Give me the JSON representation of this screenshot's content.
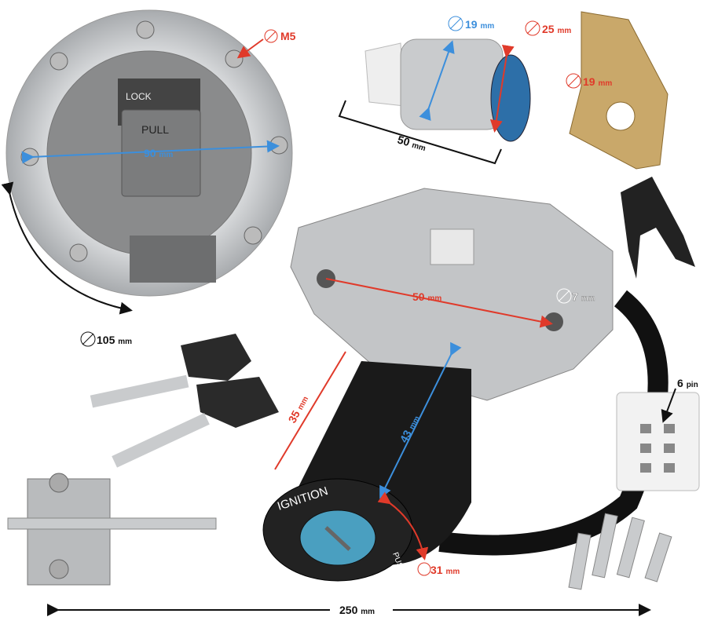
{
  "colors": {
    "red": "#e03a2a",
    "blue": "#3c8fdc",
    "black": "#111111",
    "aluminium": "#c9cbcd",
    "grey_cap": "#8a8b8c",
    "gold": "#c9a86a",
    "blue_core": "#4a9fc0"
  },
  "fuel_cap": {
    "pull_text": "PULL",
    "lock_text": "LOCK",
    "bolt_label": "M5",
    "bolt_distance": "90",
    "bolt_distance_unit": "mm",
    "diameter": "105",
    "diameter_unit": "mm"
  },
  "lock_cylinder": {
    "diameter": "19",
    "diameter_unit": "mm",
    "flange": "25",
    "flange_unit": "mm",
    "length": "50",
    "length_unit": "mm"
  },
  "bracket": {
    "hole": "19",
    "hole_unit": "mm"
  },
  "ignition": {
    "face_text": "IGNITION",
    "push_text": "PUSH",
    "hole_spacing": "50",
    "hole_spacing_unit": "mm",
    "hole": "7",
    "hole_unit": "mm",
    "barrel_length": "35",
    "barrel_length_unit": "mm",
    "barrel_diameter": "43",
    "barrel_diameter_unit": "mm",
    "key_diameter": "31",
    "key_diameter_unit": "mm"
  },
  "connector": {
    "pins": "6",
    "pins_unit": "pin"
  },
  "overall": {
    "width": "250",
    "width_unit": "mm"
  }
}
